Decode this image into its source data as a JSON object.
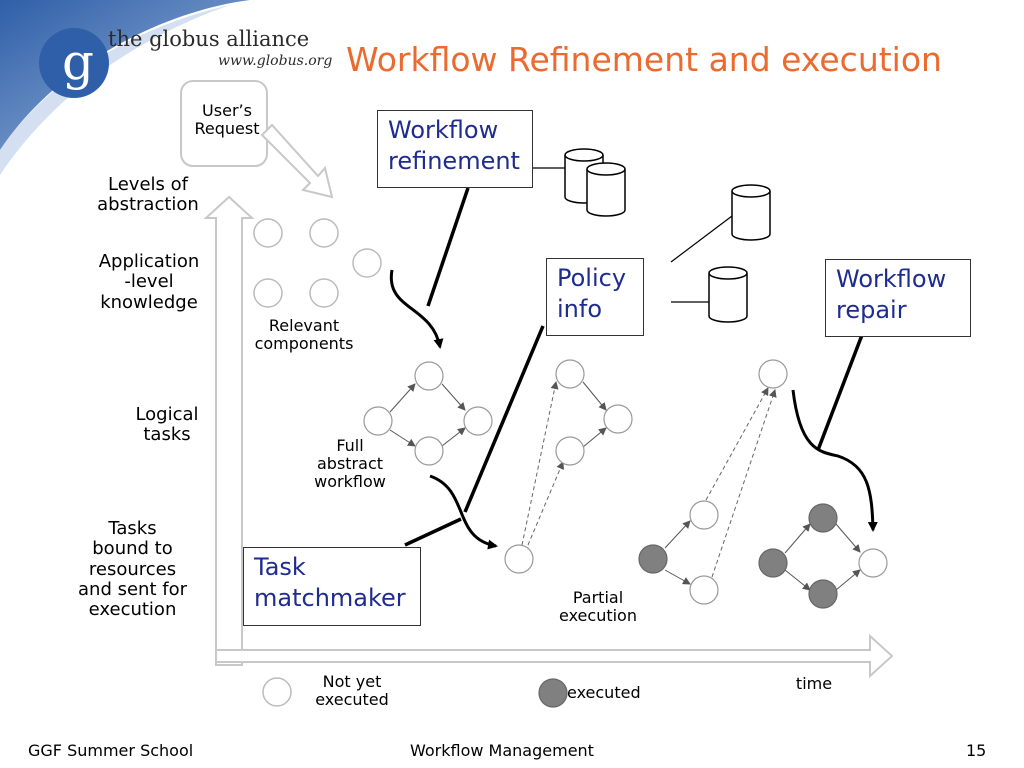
{
  "header": {
    "title": "Workflow Refinement and execution",
    "logo_name": "the globus alliance",
    "logo_url": "www.globus.org",
    "logo_letter": "g"
  },
  "axis": {
    "y_label": "Levels of\nabstraction",
    "x_label": "time",
    "levels": [
      "Application\n-level\nknowledge",
      "Logical\ntasks",
      "Tasks\nbound to\nresources\nand sent for\nexecution"
    ]
  },
  "request": {
    "label": "User’s\nRequest"
  },
  "boxes": {
    "workflow_refinement": "Workflow\nrefinement",
    "policy_info": "Policy\ninfo",
    "workflow_repair": "Workflow\nrepair",
    "task_matchmaker": "Task\nmatchmaker"
  },
  "annotations": {
    "relevant_components": "Relevant\ncomponents",
    "full_abstract_workflow": "Full\nabstract\nworkflow",
    "partial_execution": "Partial\nexecution"
  },
  "legend": {
    "not_yet_executed": "Not yet\nexecuted",
    "executed": "executed",
    "executed_color": "#808080",
    "pending_color": "#ffffff"
  },
  "footer": {
    "left": "GGF Summer School",
    "center": "Workflow Management",
    "page_number": "15"
  }
}
